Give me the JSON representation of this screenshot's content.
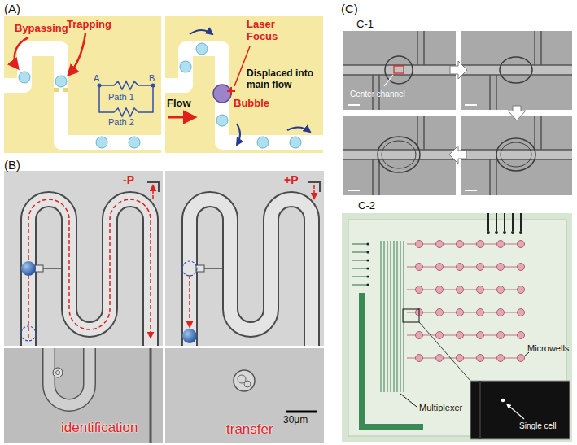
{
  "diagram": {
    "nodes": [
      {
        "text": [
          "(A)"
        ]
      },
      {
        "text": [
          "Bypassing",
          "Trapping",
          "A",
          "B",
          "Path 1",
          "Path 2"
        ],
        "in": 0
      },
      {
        "text": [
          "Flow",
          "Displaced into main flow",
          "Laser Focus",
          "Bubble"
        ],
        "in": 0
      },
      {
        "text": [
          "(B)"
        ]
      },
      {
        "text": [
          "-P"
        ],
        "in": 3
      },
      {
        "text": [
          "+P"
        ],
        "in": 3
      },
      {
        "text": [
          "identification"
        ],
        "in": 3
      },
      {
        "text": [
          "transfer",
          "30μm"
        ],
        "in": 3
      },
      {
        "text": [
          "(C)"
        ]
      },
      {
        "text": [
          "C-1"
        ],
        "in": 8
      },
      {
        "text": [
          "Center channel"
        ],
        "in": 9
      },
      {
        "text": [
          "C-2",
          "Multiplexer",
          "Microwells"
        ],
        "in": 8
      },
      {
        "text": [
          "Single cell"
        ],
        "in": 11
      }
    ]
  }
}
